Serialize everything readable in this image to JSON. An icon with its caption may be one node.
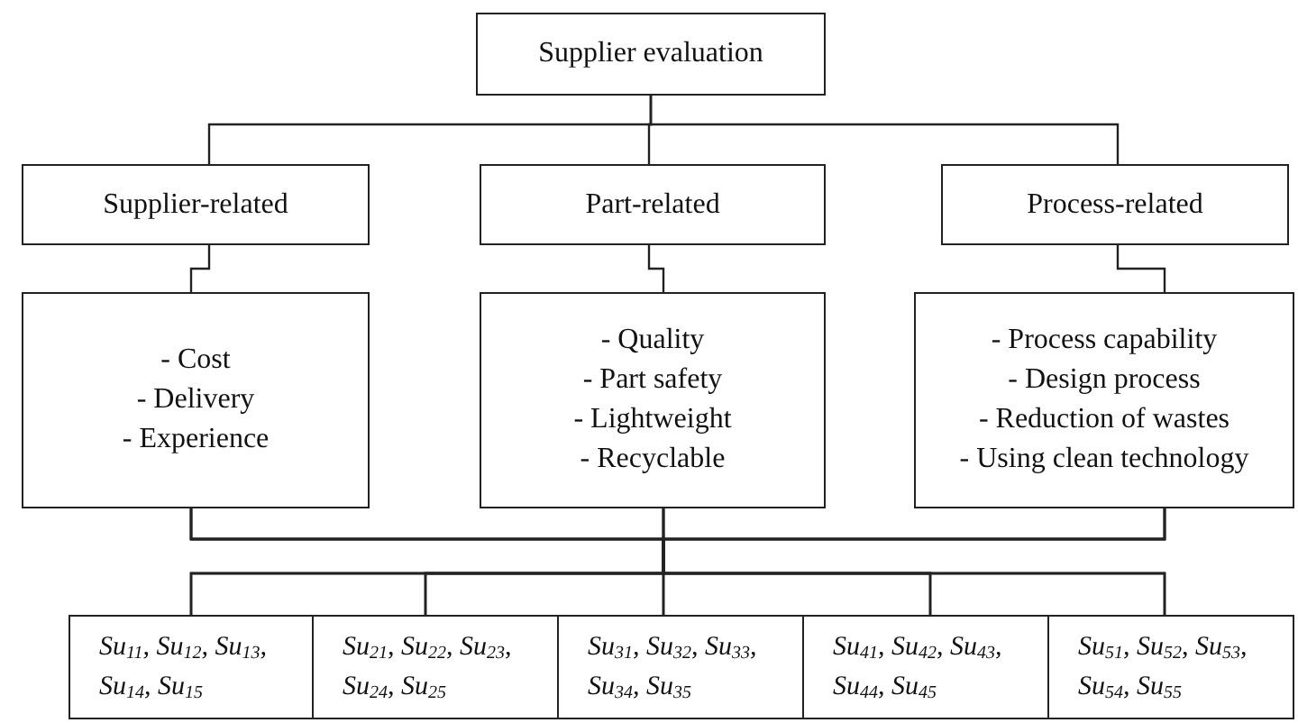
{
  "diagram": {
    "nodes": [
      {
        "text": [
          "Supplier evaluation"
        ]
      },
      {
        "text": [
          "Supplier-related"
        ]
      },
      {
        "text": [
          "Part-related"
        ]
      },
      {
        "text": [
          "Process-related"
        ]
      },
      {
        "text": [
          "- Cost",
          "- Delivery",
          "- Experience"
        ]
      },
      {
        "text": [
          "- Quality",
          "- Part safety",
          "- Lightweight",
          "- Recyclable"
        ]
      },
      {
        "text": [
          "- Process capability",
          "- Design process",
          "- Reduction of wastes",
          "- Using clean technology"
        ]
      },
      {
        "text": [
          "Su$_{11}$, Su$_{12}$, Su$_{13}$, Su$_{14}$, Su$_{15}$"
        ]
      },
      {
        "text": [
          "Su$_{21}$, Su$_{22}$, Su$_{23}$, Su$_{24}$, Su$_{25}$"
        ]
      },
      {
        "text": [
          "Su$_{31}$, Su$_{32}$, Su$_{33}$, Su$_{34}$, Su$_{35}$"
        ]
      },
      {
        "text": [
          "Su$_{41}$, Su$_{42}$, Su$_{43}$, Su$_{44}$, Su$_{45}$"
        ]
      },
      {
        "text": [
          "Su$_{51}$, Su$_{52}$, Su$_{53}$, Su$_{54}$, Su$_{55}$"
        ]
      }
    ],
    "edges": [
      {
        "from": 0,
        "to": 1,
        "arrow": "none"
      },
      {
        "from": 0,
        "to": 2,
        "arrow": "none"
      },
      {
        "from": 0,
        "to": 3,
        "arrow": "none"
      },
      {
        "from": 1,
        "to": 4,
        "arrow": "none"
      },
      {
        "from": 2,
        "to": 5,
        "arrow": "none"
      },
      {
        "from": 3,
        "to": 6,
        "arrow": "none"
      },
      {
        "from": 4,
        "to": 7,
        "arrow": "none"
      },
      {
        "from": 4,
        "to": 8,
        "arrow": "none"
      },
      {
        "from": 4,
        "to": 9,
        "arrow": "none"
      },
      {
        "from": 4,
        "to": 10,
        "arrow": "none"
      },
      {
        "from": 4,
        "to": 11,
        "arrow": "none"
      },
      {
        "from": 5,
        "to": 7,
        "arrow": "none"
      },
      {
        "from": 5,
        "to": 8,
        "arrow": "none"
      },
      {
        "from": 5,
        "to": 9,
        "arrow": "none"
      },
      {
        "from": 5,
        "to": 10,
        "arrow": "none"
      },
      {
        "from": 5,
        "to": 11,
        "arrow": "none"
      },
      {
        "from": 6,
        "to": 7,
        "arrow": "none"
      },
      {
        "from": 6,
        "to": 8,
        "arrow": "none"
      },
      {
        "from": 6,
        "to": 9,
        "arrow": "none"
      },
      {
        "from": 6,
        "to": 10,
        "arrow": "none"
      },
      {
        "from": 6,
        "to": 11,
        "arrow": "none"
      }
    ]
  }
}
